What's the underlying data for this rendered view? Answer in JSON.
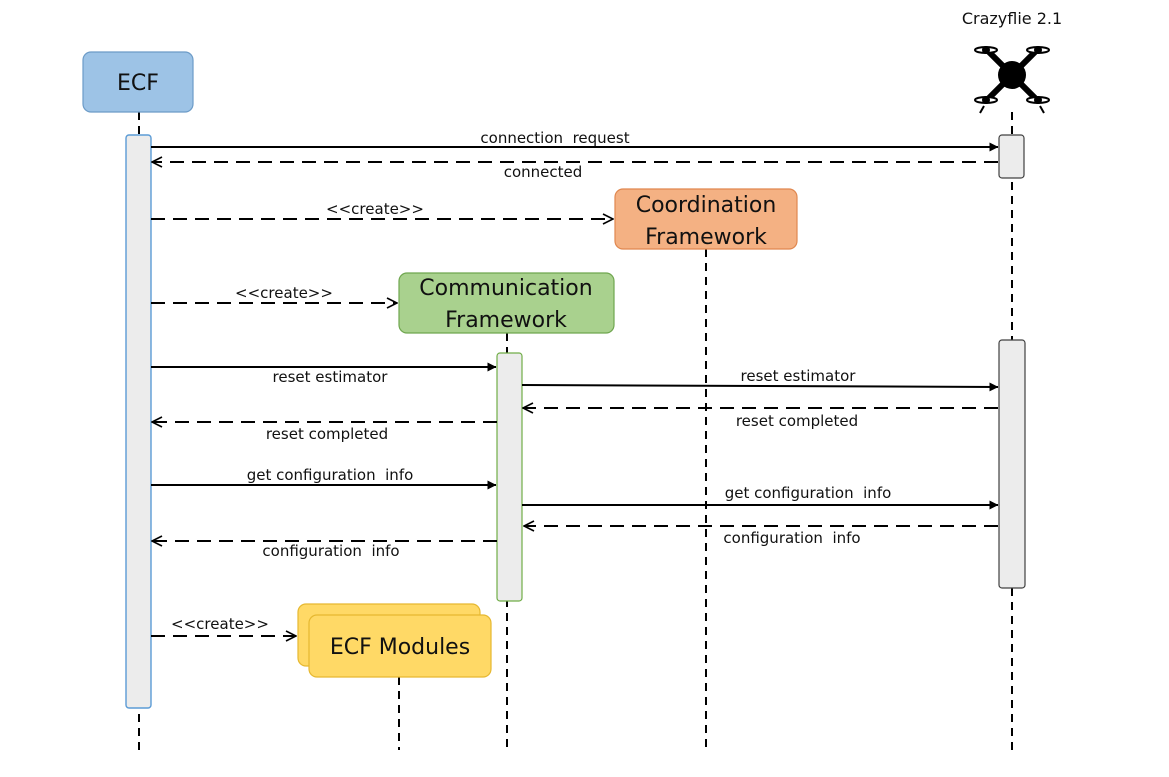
{
  "participants": {
    "ecf": {
      "label": "ECF",
      "fill": "#9dc3e6",
      "stroke": "#6c9bc7"
    },
    "coordination": {
      "label_line1": "Coordination",
      "label_line2": "Framework",
      "fill": "#f4b183",
      "stroke": "#e0874f"
    },
    "communication": {
      "label_line1": "Communication",
      "label_line2": "Framework",
      "fill": "#a9d18e",
      "stroke": "#6fa64f"
    },
    "modules": {
      "label": "ECF Modules",
      "fill": "#ffd966",
      "stroke": "#e6b830"
    },
    "crazyflie": {
      "label": "Crazyflie 2.1",
      "icon": "quadcopter-drone-icon"
    }
  },
  "messages": {
    "connection_request": "connection  request",
    "connected": "connected",
    "create_coordination": "<<create>>",
    "create_communication": "<<create>>",
    "reset_estimator_1": "reset estimator",
    "reset_estimator_2": "reset estimator",
    "reset_completed_2": "reset completed",
    "reset_completed_1": "reset completed",
    "get_config_1": "get configuration  info",
    "get_config_2": "get configuration  info",
    "config_info_2": "configuration  info",
    "config_info_1": "configuration  info",
    "create_modules": "<<create>>"
  },
  "colors": {
    "activation_fill": "#ececec",
    "ecf_activation_stroke": "#5b9bd5",
    "comm_activation_stroke": "#70ad47",
    "drone_activation_stroke": "#404040",
    "line": "#000000"
  }
}
